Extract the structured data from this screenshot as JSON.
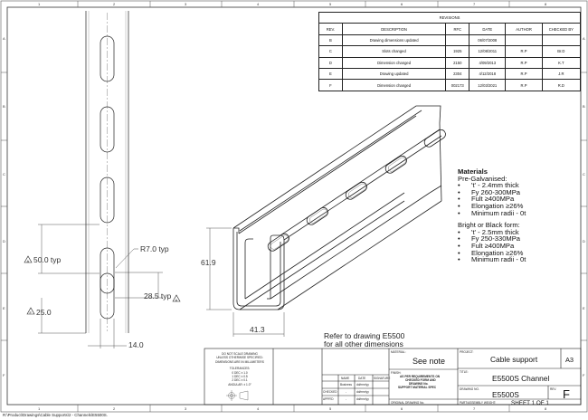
{
  "zones": {
    "columns": [
      "1",
      "2",
      "3",
      "4",
      "5",
      "6",
      "7",
      "8"
    ],
    "rows": [
      "A",
      "B",
      "C",
      "D",
      "E",
      "F"
    ]
  },
  "revisions": {
    "title": "REVISIONS",
    "headers": [
      "REV.",
      "DESCRIPTION",
      "RFC",
      "DATE",
      "AUTHOR",
      "CHECKED BY"
    ],
    "rows": [
      [
        "B",
        "Drawing dimensions updated",
        "",
        "06/07/2008",
        "",
        ""
      ],
      [
        "C",
        "Slots changed",
        "1925",
        "12/08/2011",
        "R.P",
        "Br.D"
      ],
      [
        "D",
        "Dimension changed",
        "2150",
        "4/09/2013",
        "R.P",
        "K.T"
      ],
      [
        "E",
        "Drawing updated",
        "2304",
        "4/12/2018",
        "R.P",
        "J.R"
      ],
      [
        "F",
        "Dimension changed",
        "002173",
        "12/03/2021",
        "R.P",
        "R.D"
      ]
    ]
  },
  "dimensions": {
    "slot_length": "50.0 typ",
    "radius": "R7.0 typ",
    "pitch": "28.5 typ",
    "end_distance": "25.0",
    "width": "14.0",
    "height": "61.9",
    "base": "41.3",
    "flag_a": "A",
    "flag_f": "F"
  },
  "materials": {
    "heading": "Materials",
    "pre_galv_title": "Pre-Galvanised:",
    "pre_galv": [
      "'t' - 2.4mm thick",
      "Fy 260-300MPa",
      "Fult ≥400MPa",
      "Elongation ≥26%",
      "Minimum radii - 0t"
    ],
    "bright_title": "Bright or Black form:",
    "bright": [
      "'t' - 2.5mm thick",
      "Fy 250-330MPa",
      "Fult ≥400MPa",
      "Elongation ≥26%",
      "Minimum radii - 0t"
    ]
  },
  "note": {
    "line1": "Refer to drawing E5500",
    "line2": "for all other dimensions"
  },
  "title_block": {
    "scale_note": "DO NOT SCALE DRAWING",
    "units_note": "UNLESS OTHERWISE SPECIFIED:",
    "units_note2": "DIMENSIONS ARE IN MILLIMETERS",
    "tolerances": "TOLERANCES:",
    "tol1": "0 DEC ± 1.0",
    "tol2": "1 DEC ± 0.5",
    "tol3": "2 DEC ± 0.1",
    "tol4": "ANGULAR: ± 1.0°",
    "col_name": "NAME",
    "col_date": "DATE",
    "col_sig": "SIGNATURE",
    "drawn_name": "Business",
    "drawn_date": "dd/mm/yy",
    "checked": "CHECKED",
    "checked_name": "-",
    "checked_date": "dd/mm/yy",
    "approved": "APPR'D",
    "approved_name": "-",
    "approved_date": "dd/mm/yy",
    "material_label": "MATERIAL:",
    "material_value": "See note",
    "finish_label": "FINISH:",
    "finish_l1": "AS PER REQUIREMENTS ON",
    "finish_l2": "CHECKED FORM AND",
    "finish_l3": "DRAWING No.",
    "finish_l4": "SUPPORT MATERIAL SPEC",
    "prev_label": "ORIGINAL DRAWING No.",
    "project_label": "PROJECT:",
    "project": "Cable support",
    "title_label": "TITLE:",
    "title": "E5500S Channel",
    "dwg_label": "DRAWING NO.",
    "dwg_no": "E5500S",
    "rev_label": "REV.",
    "rev": "F",
    "size": "A3",
    "sheet": "SHEET 1 OF 1",
    "part_label": "PART/ASSEMBLY WEIGHT:"
  },
  "file_path": "R:\\Product\\Drawings\\Cable Supports\\2 - Channels\\E5500S."
}
